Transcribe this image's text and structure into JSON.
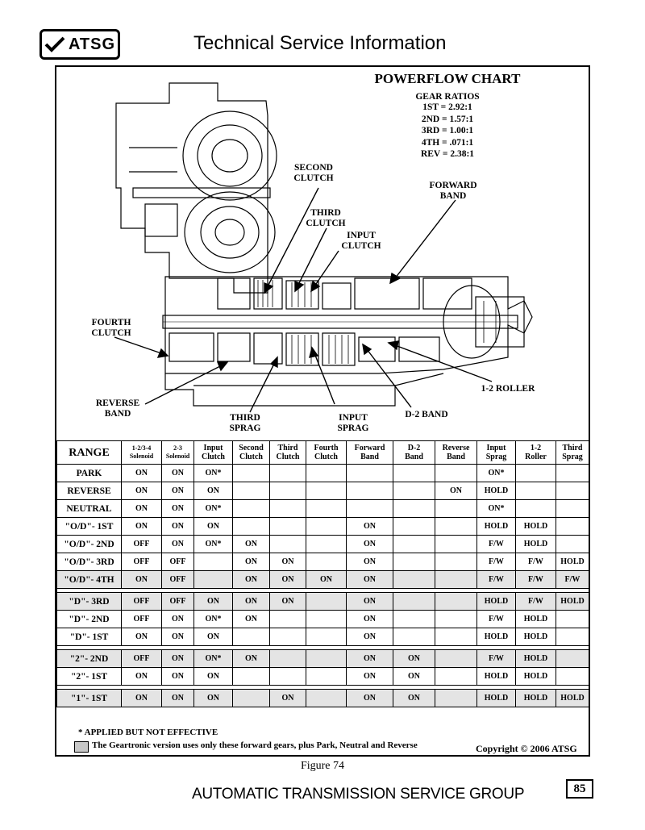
{
  "header": {
    "logo_text": "ATSG",
    "title": "Technical Service Information"
  },
  "chart": {
    "title": "POWERFLOW CHART",
    "ratios_title": "GEAR RATIOS",
    "ratios": [
      "1ST = 2.92:1",
      "2ND = 1.57:1",
      "3RD = 1.00:1",
      "4TH = .071:1",
      "REV = 2.38:1"
    ]
  },
  "labels": {
    "second_clutch": "SECOND CLUTCH",
    "forward_band": "FORWARD BAND",
    "third_clutch": "THIRD CLUTCH",
    "input_clutch": "INPUT CLUTCH",
    "fourth_clutch": "FOURTH CLUTCH",
    "roller": "1-2 ROLLER",
    "reverse_band": "REVERSE BAND",
    "d2_band": "D-2 BAND",
    "third_sprag": "THIRD SPRAG",
    "input_sprag": "INPUT SPRAG"
  },
  "table": {
    "range_header": "RANGE",
    "columns": [
      [
        "1-2/3-4",
        "Solenoid"
      ],
      [
        "2-3",
        "Solenoid"
      ],
      [
        "Input",
        "Clutch"
      ],
      [
        "Second",
        "Clutch"
      ],
      [
        "Third",
        "Clutch"
      ],
      [
        "Fourth",
        "Clutch"
      ],
      [
        "Forward",
        "Band"
      ],
      [
        "D-2",
        "Band"
      ],
      [
        "Reverse",
        "Band"
      ],
      [
        "Input",
        "Sprag"
      ],
      [
        "1-2",
        "Roller"
      ],
      [
        "Third",
        "Sprag"
      ]
    ],
    "rows": [
      {
        "range": "PARK",
        "shade": false,
        "cells": [
          "ON",
          "ON",
          "ON*",
          "",
          "",
          "",
          "",
          "",
          "",
          "ON*",
          "",
          ""
        ]
      },
      {
        "range": "REVERSE",
        "shade": false,
        "cells": [
          "ON",
          "ON",
          "ON",
          "",
          "",
          "",
          "",
          "",
          "ON",
          "HOLD",
          "",
          ""
        ]
      },
      {
        "range": "NEUTRAL",
        "shade": false,
        "cells": [
          "ON",
          "ON",
          "ON*",
          "",
          "",
          "",
          "",
          "",
          "",
          "ON*",
          "",
          ""
        ]
      },
      {
        "range": "\"O/D\"- 1ST",
        "shade": false,
        "cells": [
          "ON",
          "ON",
          "ON",
          "",
          "",
          "",
          "ON",
          "",
          "",
          "HOLD",
          "HOLD",
          ""
        ]
      },
      {
        "range": "\"O/D\"- 2ND",
        "shade": false,
        "cells": [
          "OFF",
          "ON",
          "ON*",
          "ON",
          "",
          "",
          "ON",
          "",
          "",
          "F/W",
          "HOLD",
          ""
        ]
      },
      {
        "range": "\"O/D\"- 3RD",
        "shade": false,
        "cells": [
          "OFF",
          "OFF",
          "",
          "ON",
          "ON",
          "",
          "ON",
          "",
          "",
          "F/W",
          "F/W",
          "HOLD"
        ]
      },
      {
        "range": "\"O/D\"- 4TH",
        "shade": true,
        "cells": [
          "ON",
          "OFF",
          "",
          "ON",
          "ON",
          "ON",
          "ON",
          "",
          "",
          "F/W",
          "F/W",
          "F/W"
        ]
      },
      {
        "gap": true
      },
      {
        "range": "\"D\"- 3RD",
        "shade": true,
        "cells": [
          "OFF",
          "OFF",
          "ON",
          "ON",
          "ON",
          "",
          "ON",
          "",
          "",
          "HOLD",
          "F/W",
          "HOLD"
        ]
      },
      {
        "range": "\"D\"- 2ND",
        "shade": false,
        "cells": [
          "OFF",
          "ON",
          "ON*",
          "ON",
          "",
          "",
          "ON",
          "",
          "",
          "F/W",
          "HOLD",
          ""
        ]
      },
      {
        "range": "\"D\"- 1ST",
        "shade": false,
        "cells": [
          "ON",
          "ON",
          "ON",
          "",
          "",
          "",
          "ON",
          "",
          "",
          "HOLD",
          "HOLD",
          ""
        ]
      },
      {
        "gap": true
      },
      {
        "range": "\"2\"- 2ND",
        "shade": true,
        "cells": [
          "OFF",
          "ON",
          "ON*",
          "ON",
          "",
          "",
          "ON",
          "ON",
          "",
          "F/W",
          "HOLD",
          ""
        ]
      },
      {
        "range": "\"2\"- 1ST",
        "shade": false,
        "cells": [
          "ON",
          "ON",
          "ON",
          "",
          "",
          "",
          "ON",
          "ON",
          "",
          "HOLD",
          "HOLD",
          ""
        ]
      },
      {
        "gap": true
      },
      {
        "range": "\"1\"- 1ST",
        "shade": true,
        "cells": [
          "ON",
          "ON",
          "ON",
          "",
          "ON",
          "",
          "ON",
          "ON",
          "",
          "HOLD",
          "HOLD",
          "HOLD"
        ]
      }
    ]
  },
  "notes": {
    "applied": "*  APPLIED BUT NOT EFFECTIVE",
    "geartronic": "The Geartronic version uses only these forward gears, plus Park, Neutral and Reverse",
    "copyright": "Copyright © 2006 ATSG"
  },
  "figure_caption": "Figure 74",
  "footer": {
    "text": "AUTOMATIC TRANSMISSION SERVICE GROUP",
    "page_number": "85"
  },
  "colors": {
    "shade": "#e4e4e4",
    "swatch": "#c8c8c8"
  }
}
